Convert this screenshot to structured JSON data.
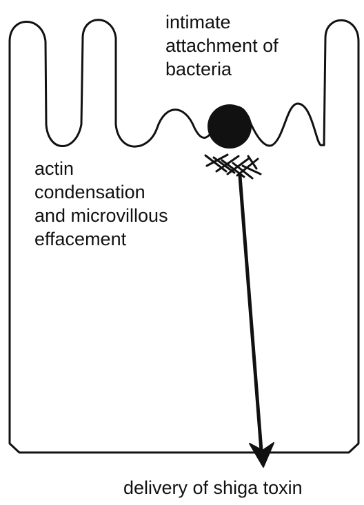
{
  "labels": {
    "attachment": [
      "intimate",
      "attachment of",
      "bacteria"
    ],
    "actin": [
      "actin",
      "condensation",
      "and microvillous",
      "effacement"
    ],
    "toxin": "delivery of shiga toxin"
  },
  "colors": {
    "background": "#ffffff",
    "ink": "#111111"
  }
}
